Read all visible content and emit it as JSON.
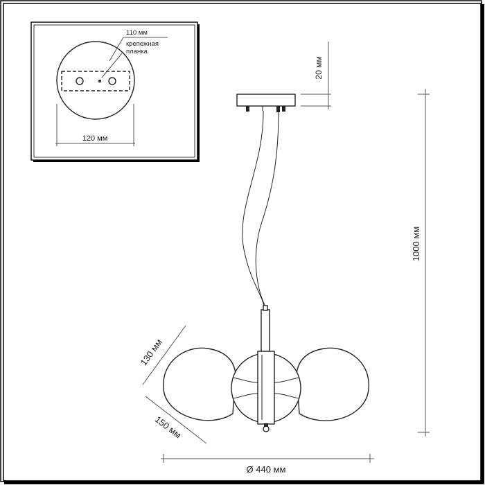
{
  "inset": {
    "label_110": "110 мм",
    "label_plate_line1": "крепежная",
    "label_plate_line2": "планка",
    "label_120": "120 мм"
  },
  "dimensions": {
    "canopy_height": "20 мм",
    "total_height": "1000 мм",
    "shade_height": "130 мм",
    "shade_width": "150 мм",
    "diameter": "Ø 440 мм"
  },
  "colors": {
    "line": "#222222",
    "dim": "#555555",
    "frame": "#000000"
  }
}
